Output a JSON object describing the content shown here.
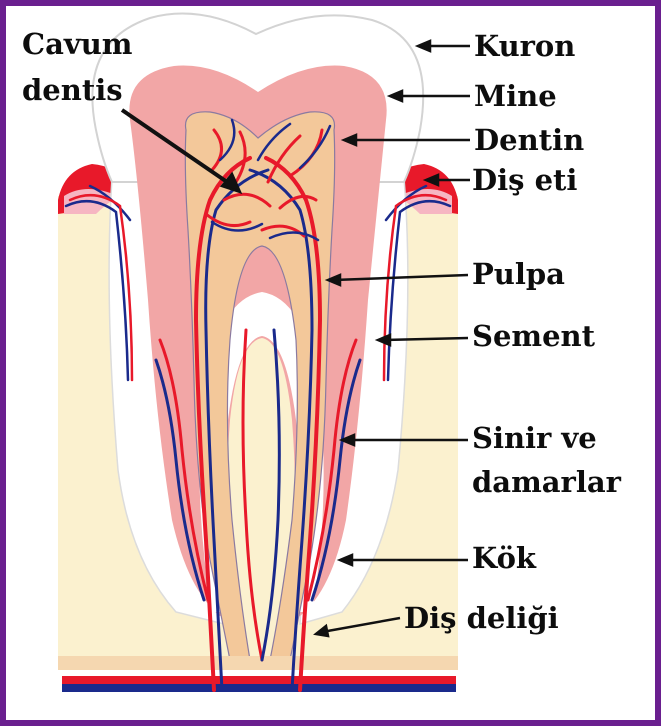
{
  "labels": {
    "cavum_line1": "Cavum",
    "cavum_line2": "dentis",
    "kuron": "Kuron",
    "mine": "Mine",
    "dentin": "Dentin",
    "dis_eti": "Diş eti",
    "pulpa": "Pulpa",
    "sement": "Sement",
    "sinir_line1": "Sinir ve",
    "sinir_line2": "damarlar",
    "kok": "Kök",
    "dis_deligi": "Diş deliği"
  },
  "colors": {
    "frame": "#6a1f8f",
    "enamel": "#ffffff",
    "enamel_outline": "#d6d6d6",
    "dentin": "#f2a6a6",
    "pulp": "#f3c89a",
    "bone": "#fbf1cf",
    "gum": "#e8192a",
    "artery": "#e8192a",
    "vein": "#1a2a8c",
    "pointer": "#111111"
  }
}
